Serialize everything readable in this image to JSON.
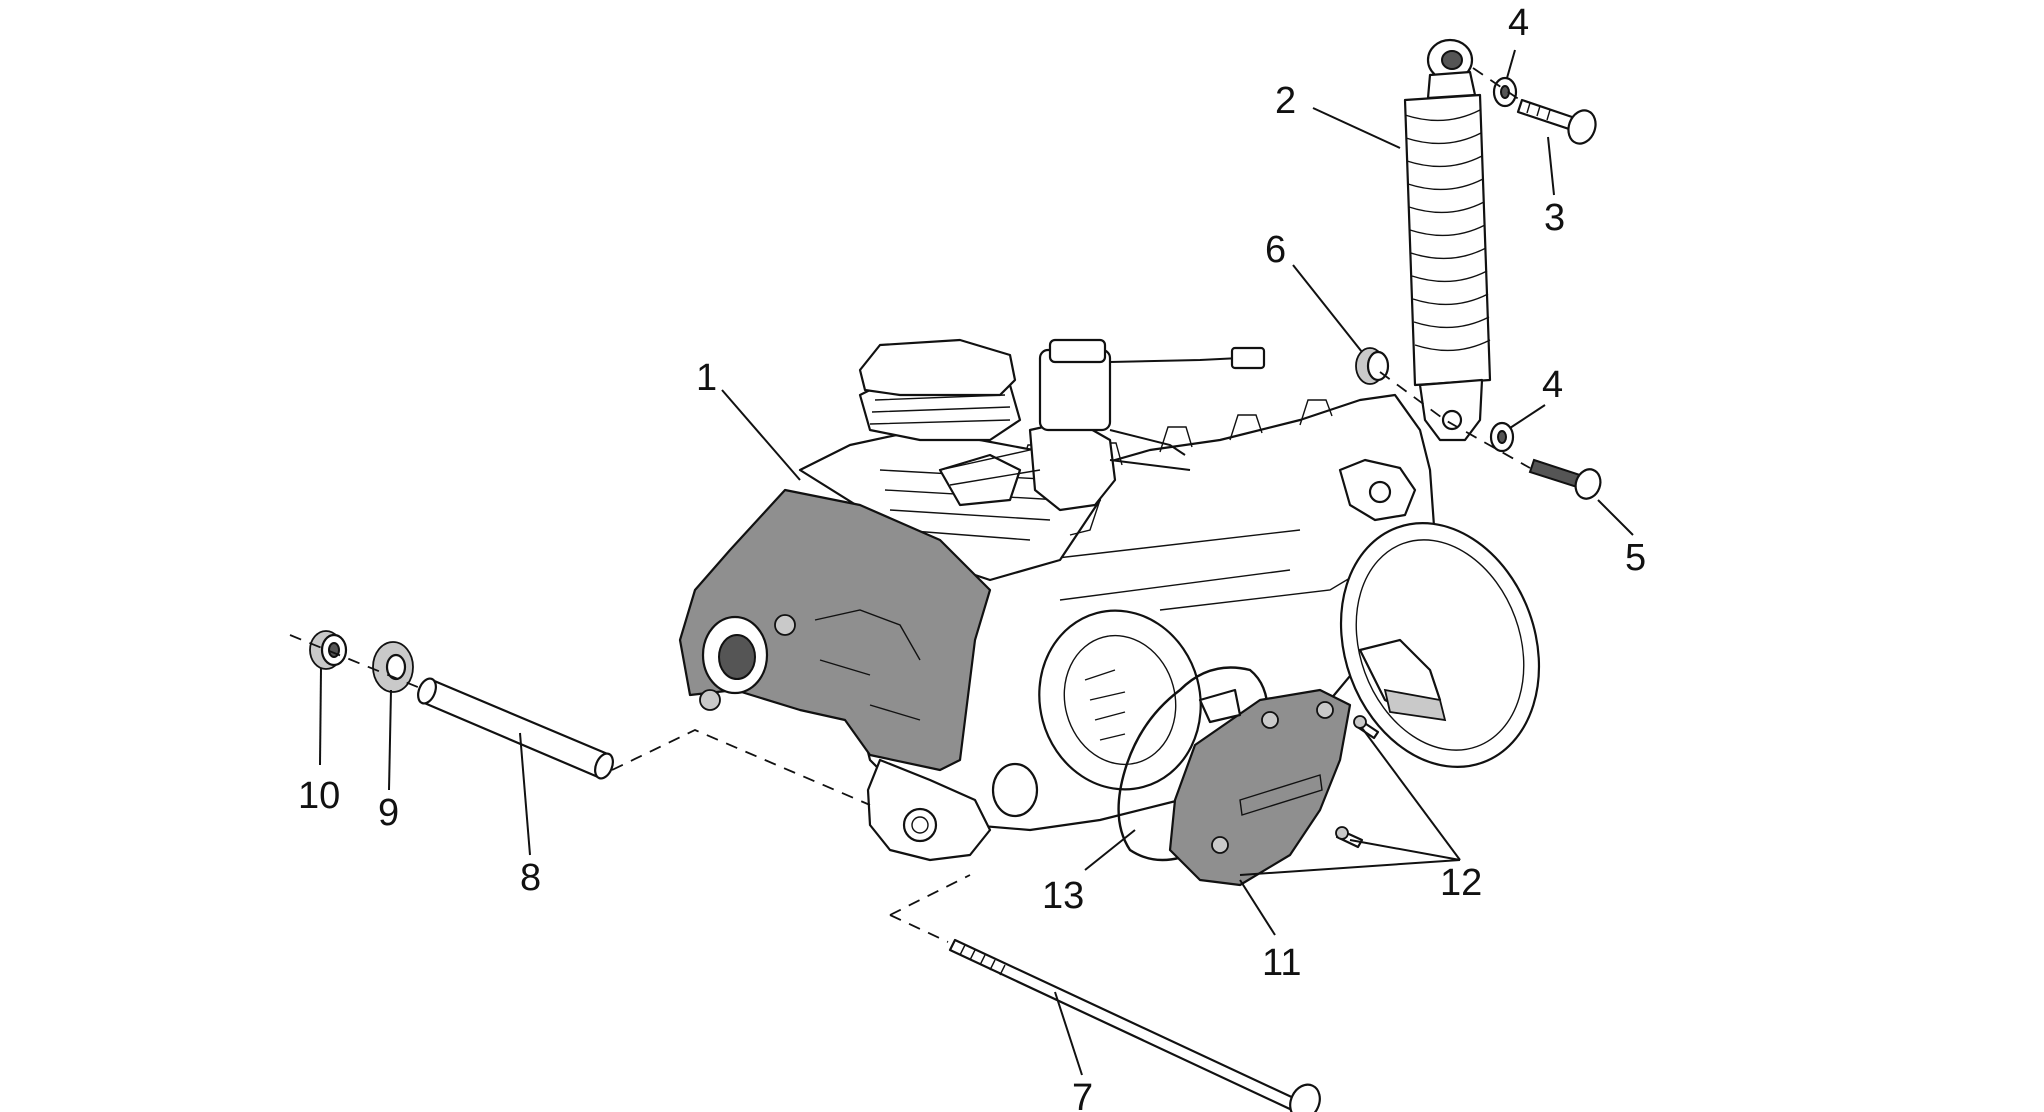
{
  "figure": {
    "callouts": {
      "c1": "1",
      "c2": "2",
      "c3": "3",
      "c4a": "4",
      "c4b": "4",
      "c5": "5",
      "c6": "6",
      "c7": "7",
      "c8": "8",
      "c9": "9",
      "c10": "10",
      "c11": "11",
      "c12": "12",
      "c13": "13"
    },
    "colors": {
      "line": "#111111",
      "shaded_part": "#8f8f8f",
      "dark_part": "#555555",
      "background": "#ffffff"
    }
  }
}
